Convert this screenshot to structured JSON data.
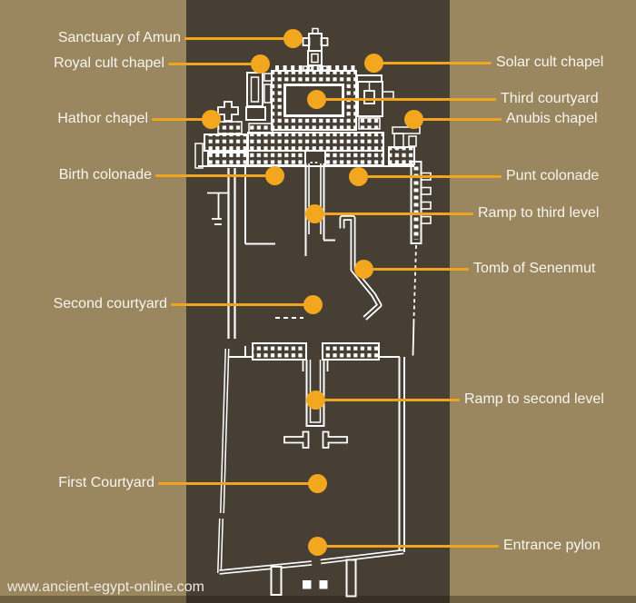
{
  "colors": {
    "background": "#9A8760",
    "panel": "#473E34",
    "accent": "#F1A51E",
    "drawing": "#FFFFFF"
  },
  "callouts": {
    "left": [
      {
        "label": "Sanctuary of Amun"
      },
      {
        "label": "Royal cult chapel"
      },
      {
        "label": "Hathor chapel"
      },
      {
        "label": "Birth colonade"
      },
      {
        "label": "Second courtyard"
      },
      {
        "label": "First Courtyard"
      }
    ],
    "right": [
      {
        "label": "Solar cult chapel"
      },
      {
        "label": "Third courtyard"
      },
      {
        "label": "Anubis chapel"
      },
      {
        "label": "Punt colonade"
      },
      {
        "label": "Ramp to third level"
      },
      {
        "label": "Tomb of Senenmut"
      },
      {
        "label": "Ramp to second level"
      },
      {
        "label": "Entrance pylon"
      }
    ]
  },
  "watermark": {
    "text": "www.ancient-egypt-online.com"
  }
}
